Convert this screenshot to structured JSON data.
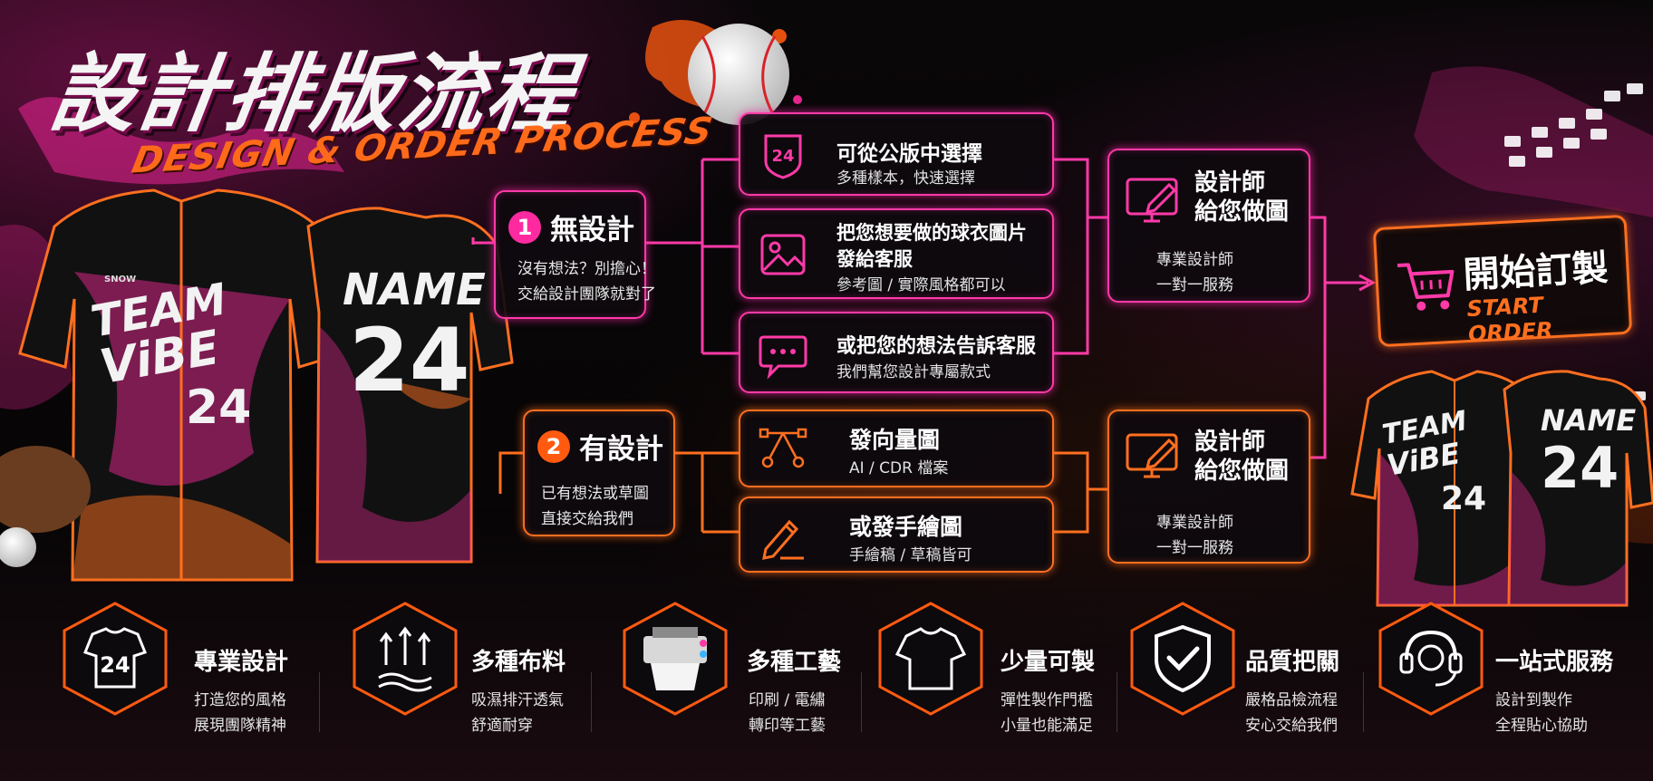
{
  "header": {
    "title_zh": "設計排版流程",
    "title_en": "DESIGN & ORDER PROCESS"
  },
  "jerseys": {
    "team_text": "TEAM",
    "vibe_text": "ViBE",
    "name_text": "NAME",
    "number": "24",
    "brand": "SNOW"
  },
  "no_design": {
    "number": "1",
    "title": "無設計",
    "desc": [
      "沒有想法？別擔心！",
      "交給設計團隊就對了"
    ],
    "options": [
      {
        "icon": "number-24-badge-icon",
        "title": "可從公版中選擇",
        "desc": [
          "多種樣本，快速選擇"
        ]
      },
      {
        "icon": "image-picture-icon",
        "title": "把您想要做的球衣圖片",
        "title2": "發給客服",
        "desc": [
          "參考圖 / 實際風格都可以"
        ]
      },
      {
        "icon": "chat-bubble-icon",
        "title": "或把您的想法告訴客服",
        "desc": [
          "我們幫您設計專屬款式"
        ]
      }
    ],
    "designer": {
      "icon": "monitor-pencil-icon",
      "title": [
        "設計師",
        "給您做圖"
      ],
      "desc": [
        "專業設計師",
        "一對一服務"
      ]
    }
  },
  "has_design": {
    "number": "2",
    "title": "有設計",
    "desc": [
      "已有想法或草圖",
      "直接交給我們"
    ],
    "options": [
      {
        "icon": "vector-pen-icon",
        "title": "發向量圖",
        "desc": [
          "AI / CDR 檔案"
        ]
      },
      {
        "icon": "pencil-drawing-icon",
        "title": "或發手繪圖",
        "desc": [
          "手繪稿 / 草稿皆可"
        ]
      }
    ],
    "designer": {
      "icon": "monitor-pencil-icon",
      "title": [
        "設計師",
        "給您做圖"
      ],
      "desc": [
        "專業設計師",
        "一對一服務"
      ]
    }
  },
  "start_order": {
    "icon": "shopping-cart-icon",
    "title": "開始訂製",
    "subtitle": "START ORDER"
  },
  "features": [
    {
      "icon": "jersey-24-icon",
      "title": "專業設計",
      "desc": [
        "打造您的風格",
        "展現團隊精神"
      ]
    },
    {
      "icon": "fabric-breathable-icon",
      "title": "多種布料",
      "desc": [
        "吸濕排汗透氣",
        "舒適耐穿"
      ]
    },
    {
      "icon": "printer-icon",
      "title": "多種工藝",
      "desc": [
        "印刷 / 電繡",
        "轉印等工藝"
      ]
    },
    {
      "icon": "tshirt-icon",
      "title": "少量可製",
      "desc": [
        "彈性製作門檻",
        "小量也能滿足"
      ]
    },
    {
      "icon": "shield-check-icon",
      "title": "品質把關",
      "desc": [
        "嚴格品檢流程",
        "安心交給我們"
      ]
    },
    {
      "icon": "headset-support-icon",
      "title": "一站式服務",
      "desc": [
        "設計到製作",
        "全程貼心協助"
      ]
    }
  ],
  "colors": {
    "pink": "#ff3aa8",
    "orange": "#ff6f1f",
    "background": "#070506"
  }
}
